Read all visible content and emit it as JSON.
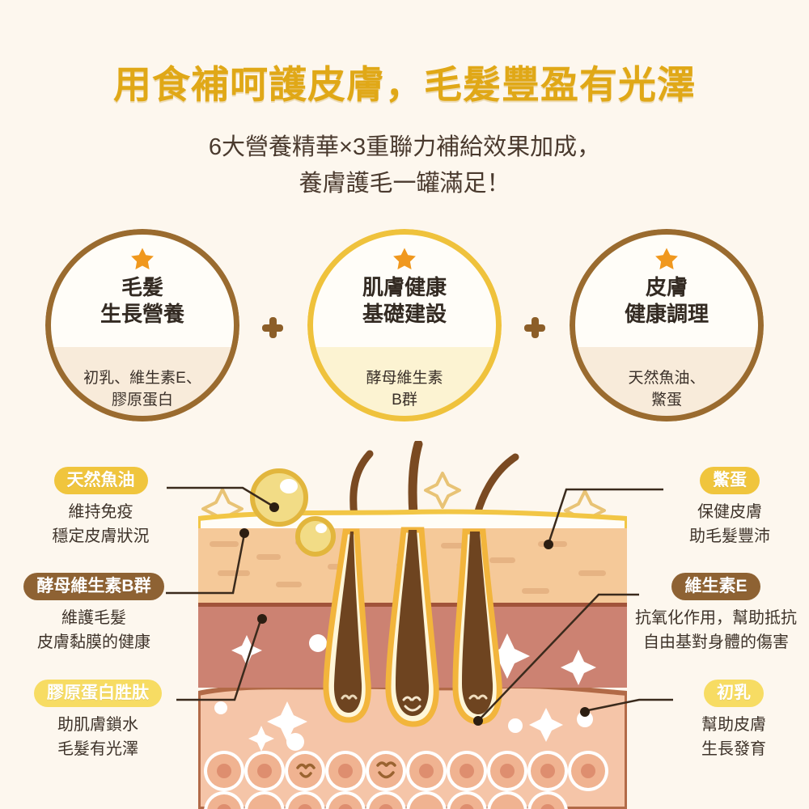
{
  "header": {
    "title": "用食補呵護皮膚，毛髮豐盈有光澤",
    "subtitle_line1": "6大營養精華×3重聯力補給效果加成，",
    "subtitle_line2": "養膚護毛一罐滿足！"
  },
  "accents": {
    "background": "#FDF7EE",
    "title_gold": "#E0A817",
    "brown": "#9A6B2F",
    "yellow": "#EFC23C",
    "star_orange": "#F0981E",
    "epidermis": "#F5C999",
    "dermis": "#CC8272",
    "hypodermis": "#F5C5A8",
    "hair_brown": "#6E4420"
  },
  "circles": [
    {
      "icon": "star-icon",
      "heading_line1": "毛髮",
      "heading_line2": "生長營養",
      "ingredients_line1": "初乳、維生素E、",
      "ingredients_line2": "膠原蛋白",
      "ring_color": "#9A6B2F"
    },
    {
      "icon": "star-icon",
      "heading_line1": "肌膚健康",
      "heading_line2": "基礎建設",
      "ingredients_line1": "酵母維生素",
      "ingredients_line2": "B群",
      "ring_color": "#EFC23C"
    },
    {
      "icon": "star-icon",
      "heading_line1": "皮膚",
      "heading_line2": "健康調理",
      "ingredients_line1": "天然魚油、",
      "ingredients_line2": "鱉蛋",
      "ring_color": "#9A6B2F"
    }
  ],
  "connectors": {
    "plus1": "+",
    "plus2": "+"
  },
  "labels_left": [
    {
      "pill": "天然魚油",
      "pill_color": "#F0C53D",
      "desc_line1": "維持免疫",
      "desc_line2": "穩定皮膚狀況"
    },
    {
      "pill": "酵母維生素B群",
      "pill_color": "#8E6233",
      "desc_line1": "維護毛髮",
      "desc_line2": "皮膚黏膜的健康"
    },
    {
      "pill": "膠原蛋白胜肽",
      "pill_color": "#F7DC63",
      "desc_line1": "助肌膚鎖水",
      "desc_line2": "毛髮有光澤"
    }
  ],
  "labels_right": [
    {
      "pill": "鱉蛋",
      "pill_color": "#F0C53D",
      "desc_line1": "保健皮膚",
      "desc_line2": "助毛髮豐沛"
    },
    {
      "pill": "維生素E",
      "pill_color": "#8E6233",
      "desc_line1": "抗氧化作用，幫助抵抗",
      "desc_line2": "自由基對身體的傷害"
    },
    {
      "pill": "初乳",
      "pill_color": "#F7DC63",
      "desc_line1": "幫助皮膚",
      "desc_line2": "生長發育"
    }
  ]
}
